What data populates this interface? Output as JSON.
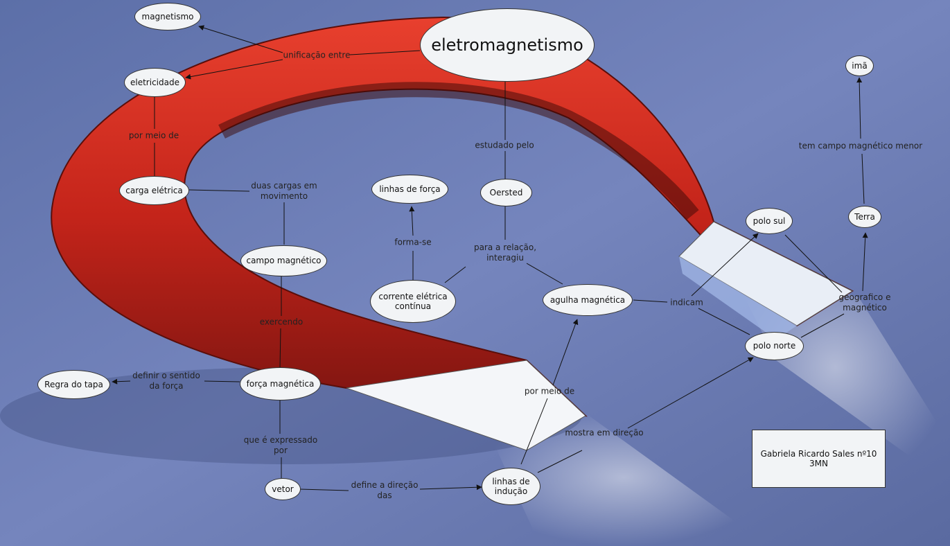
{
  "nodes": {
    "eletromagnetismo": "eletromagnetismo",
    "magnetismo": "magnetismo",
    "eletricidade": "eletricidade",
    "carga_eletrica": "carga elétrica",
    "campo_magnetico": "campo magnético",
    "forca_magnetica": "força magnética",
    "regra_do_tapa": "Regra do tapa",
    "vetor": "vetor",
    "linhas_de_inducao": "linhas de\nindução",
    "linhas_de_forca": "linhas de força",
    "corrente_eletrica": "corrente elétrica\ncontínua",
    "oersted": "Oersted",
    "agulha_magnetica": "agulha magnética",
    "polo_sul": "polo sul",
    "polo_norte": "polo norte",
    "terra": "Terra",
    "ima": "imã",
    "author": "Gabriela Ricardo Sales nº10\n3MN"
  },
  "links": {
    "unificacao_entre": "unificação entre",
    "por_meio_de_1": "por meio de",
    "duas_cargas": "duas cargas em\nmovimento",
    "estudado_pelo": "estudado pelo",
    "forma_se": "forma-se",
    "para_a_relacao": "para a relação,\ninteragiu",
    "exercendo": "exercendo",
    "definir_sentido": "definir o sentido\nda força",
    "que_e_expressado": "que é expressado\npor",
    "define_direcao": "define a direção\ndas",
    "por_meio_de_2": "por meio de",
    "mostra_em_direcao": "mostra em direção",
    "indicam": "indicam",
    "geografico": "geografico e\nmagnético",
    "tem_campo": "tem campo magnético menor"
  },
  "colors": {
    "background": "#6f80b5",
    "magnet_red": "#c8281c",
    "magnet_tip": "#f4f6f9",
    "node_fill": "#f2f4f6"
  }
}
